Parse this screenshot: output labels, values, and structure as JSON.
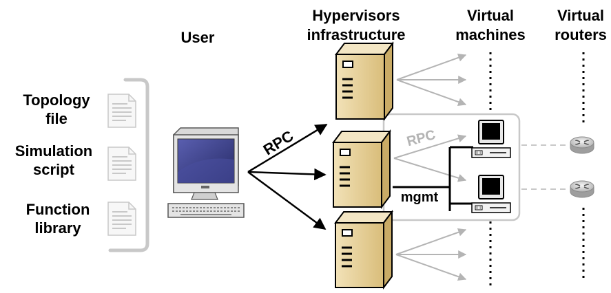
{
  "headers": {
    "user": "User",
    "hypervisors_line1": "Hypervisors",
    "hypervisors_line2": "infrastructure",
    "vms_line1": "Virtual",
    "vms_line2": "machines",
    "routers_line1": "Virtual",
    "routers_line2": "routers"
  },
  "files": [
    {
      "line1": "Topology",
      "line2": "file",
      "icon": "document-icon"
    },
    {
      "line1": "Simulation",
      "line2": "script",
      "icon": "document-icon"
    },
    {
      "line1": "Function",
      "line2": "library",
      "icon": "document-icon"
    }
  ],
  "labels": {
    "rpc_main": "RPC",
    "rpc_gray": "RPC",
    "mgmt": "mgmt"
  },
  "icons": {
    "user": "desktop-computer-icon",
    "hypervisor": "server-tower-icon",
    "vm": "computer-icon",
    "router": "router-icon"
  },
  "colors": {
    "text": "#000000",
    "gray_arrow": "#b4b4b4",
    "server_body": "#e6cf9a",
    "monitor_screen": "#3b3f8a",
    "router_body": "#cfcfcf"
  }
}
